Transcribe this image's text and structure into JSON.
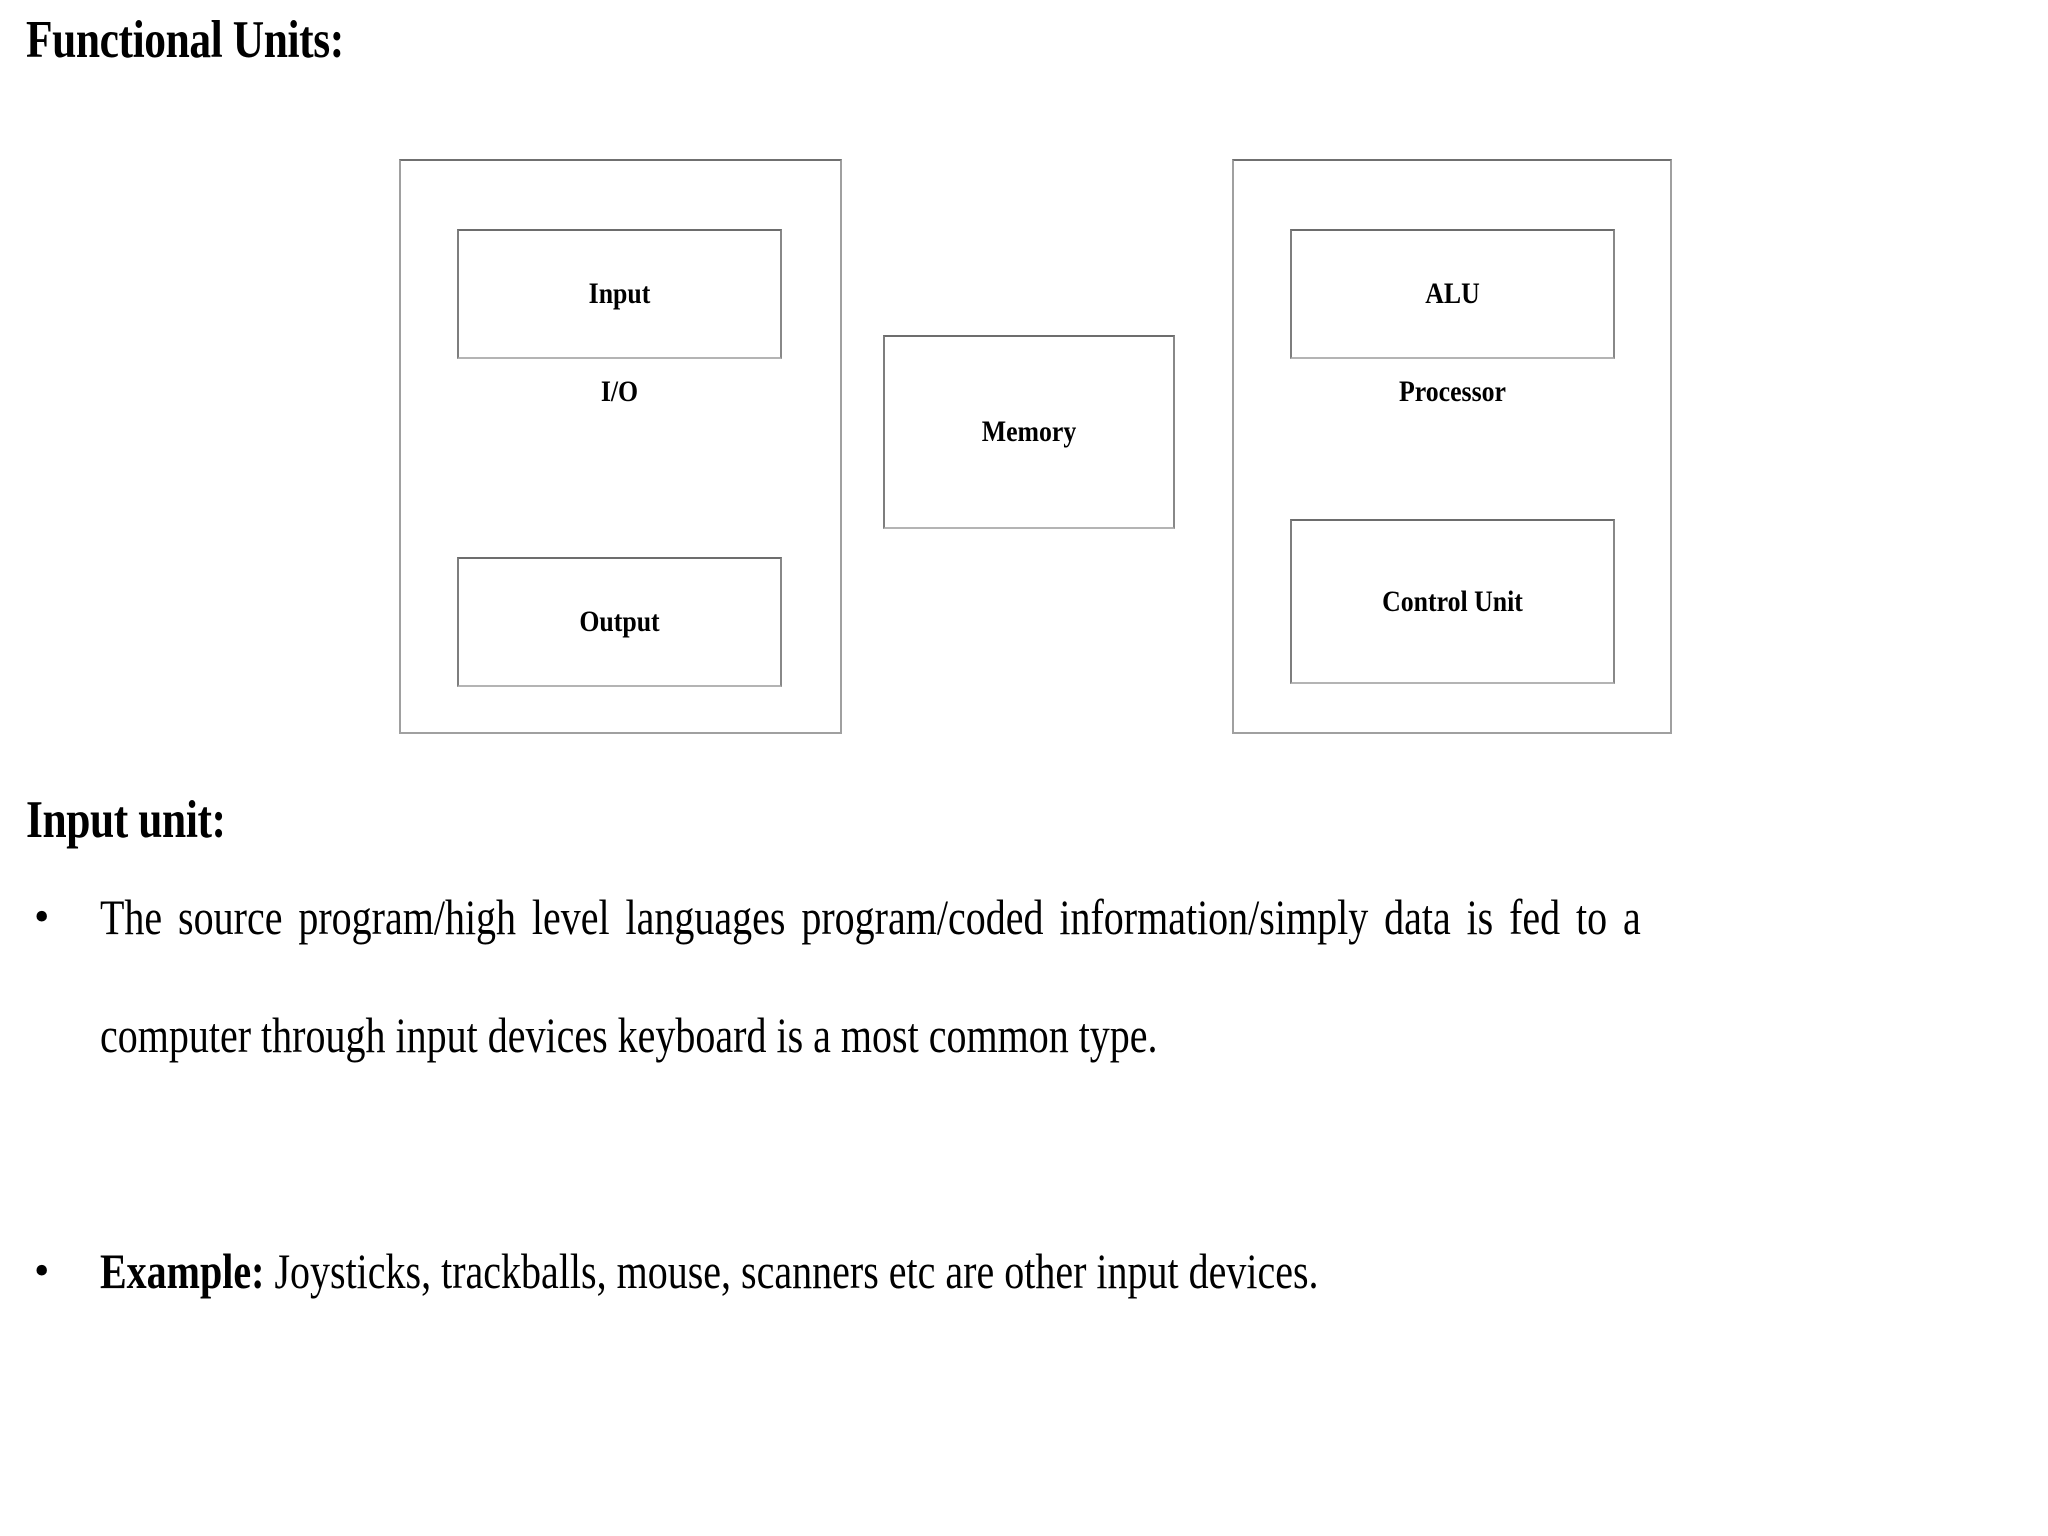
{
  "slide": {
    "title": "Functional Units:",
    "section_heading": "Input unit:"
  },
  "diagram": {
    "io_unit": {
      "group_label": "I/O",
      "input_label": "Input",
      "output_label": "Output"
    },
    "memory": {
      "label": "Memory"
    },
    "processor": {
      "group_label": "Processor",
      "alu_label": "ALU",
      "control_unit_label": "Control Unit"
    }
  },
  "content": {
    "bullet_marker": "•",
    "bullets": [
      {
        "lead": "",
        "text": "The source program/high level languages program/coded information/simply data is fed to a computer through input devices keyboard is a most common type."
      },
      {
        "lead": "Example:",
        "text": " Joysticks, trackballs, mouse, scanners etc are other input devices."
      }
    ]
  },
  "colors": {
    "page_background": "#ffffff",
    "text": "#000000",
    "box_border": "#9a9a9a",
    "box_border_dark": "#6d6d6d"
  }
}
